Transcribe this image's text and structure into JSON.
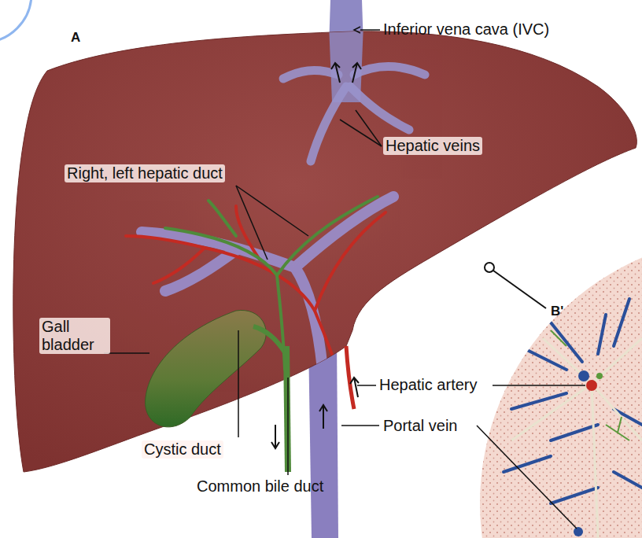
{
  "diagram": {
    "labels": [
      "A",
      "Inferior vena cava (IVC)",
      "Hepatic veins",
      "Right, left hepatic duct",
      "Gall bladder",
      "Hepatic artery",
      "Portal vein",
      "Cystic duct",
      "Common bile duct",
      "B'"
    ]
  }
}
